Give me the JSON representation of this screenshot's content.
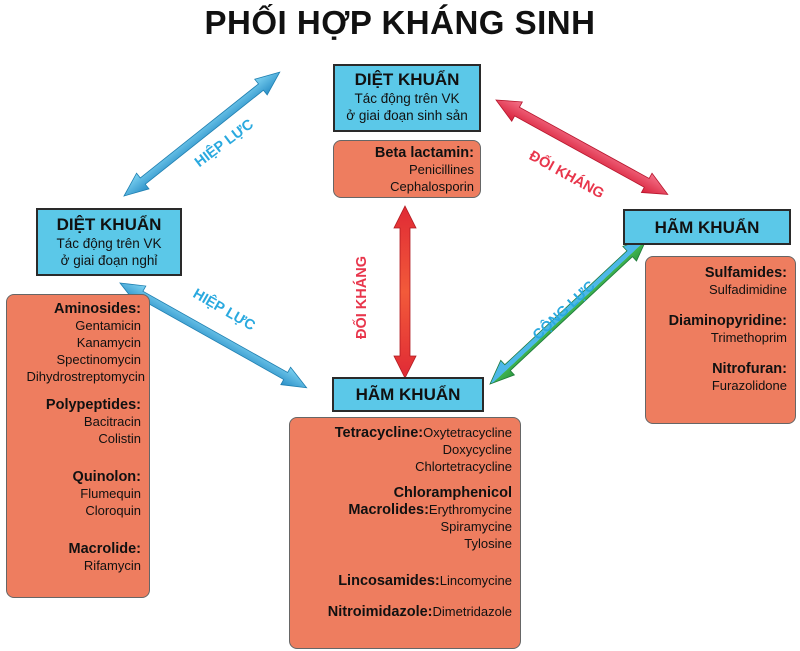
{
  "title": "PHỐI HỢP KHÁNG SINH",
  "boxes": {
    "top": {
      "title": "DIỆT KHUẨN",
      "line1": "Tác động trên VK",
      "line2": "ở giai đoạn sinh sản"
    },
    "left": {
      "title": "DIỆT KHUẨN",
      "line1": "Tác động trên VK",
      "line2": "ở giai đoạn nghỉ"
    },
    "right": {
      "title": "HÃM KHUẨN"
    },
    "bottom": {
      "title": "HÃM KHUẨN"
    }
  },
  "labels": {
    "top_left": "HIỆP LỰC",
    "left_bottom": "HIỆP LỰC",
    "top_right": "ĐỐI KHÁNG",
    "center": "ĐỐI KHÁNG",
    "right_bottom": "CỘNG LỰC"
  },
  "beta": {
    "category": "Beta lactamin:",
    "items": [
      "Penicillines",
      "Cephalosporin"
    ]
  },
  "left_list": {
    "aminosides": {
      "category": "Aminosides:",
      "items": [
        "Gentamicin",
        "Kanamycin",
        "Spectinomycin",
        "Dihydrostreptomycin"
      ]
    },
    "polypeptides": {
      "category": "Polypeptides:",
      "items": [
        "Bacitracin",
        "Colistin"
      ]
    },
    "quinolon": {
      "category": "Quinolon:",
      "items": [
        "Flumequin",
        "Cloroquin"
      ]
    },
    "macrolide": {
      "category": "Macrolide:",
      "items": [
        "Rifamycin"
      ]
    }
  },
  "right_list": {
    "sulfamides": {
      "category": "Sulfamides:",
      "items": [
        "Sulfadimidine"
      ]
    },
    "diaminopyridine": {
      "category": "Diaminopyridine:",
      "items": [
        "Trimethoprim"
      ]
    },
    "nitrofuran": {
      "category": "Nitrofuran:",
      "items": [
        "Furazolidone"
      ]
    }
  },
  "bottom_list": {
    "tetracycline": {
      "category": "Tetracycline:",
      "first": "Oxytetracycline",
      "items": [
        "Doxycycline",
        "Chlortetracycline"
      ]
    },
    "chloramphenicol": {
      "category": "Chloramphenicol"
    },
    "macrolides": {
      "category": "Macrolides:",
      "first": "Erythromycine",
      "items": [
        "Spiramycine",
        "Tylosine"
      ]
    },
    "lincosamides": {
      "category": "Lincosamides:",
      "first": "Lincomycine"
    },
    "nitroimidazole": {
      "category": "Nitroimidazole:",
      "first": "Dimetridazole"
    }
  },
  "colors": {
    "box_blue": "#5bc8e8",
    "box_salmon": "#ee7d5f",
    "arrow_blue": "#3aa9dd",
    "arrow_red": "#e8364c",
    "arrow_green": "#3fb34f"
  }
}
